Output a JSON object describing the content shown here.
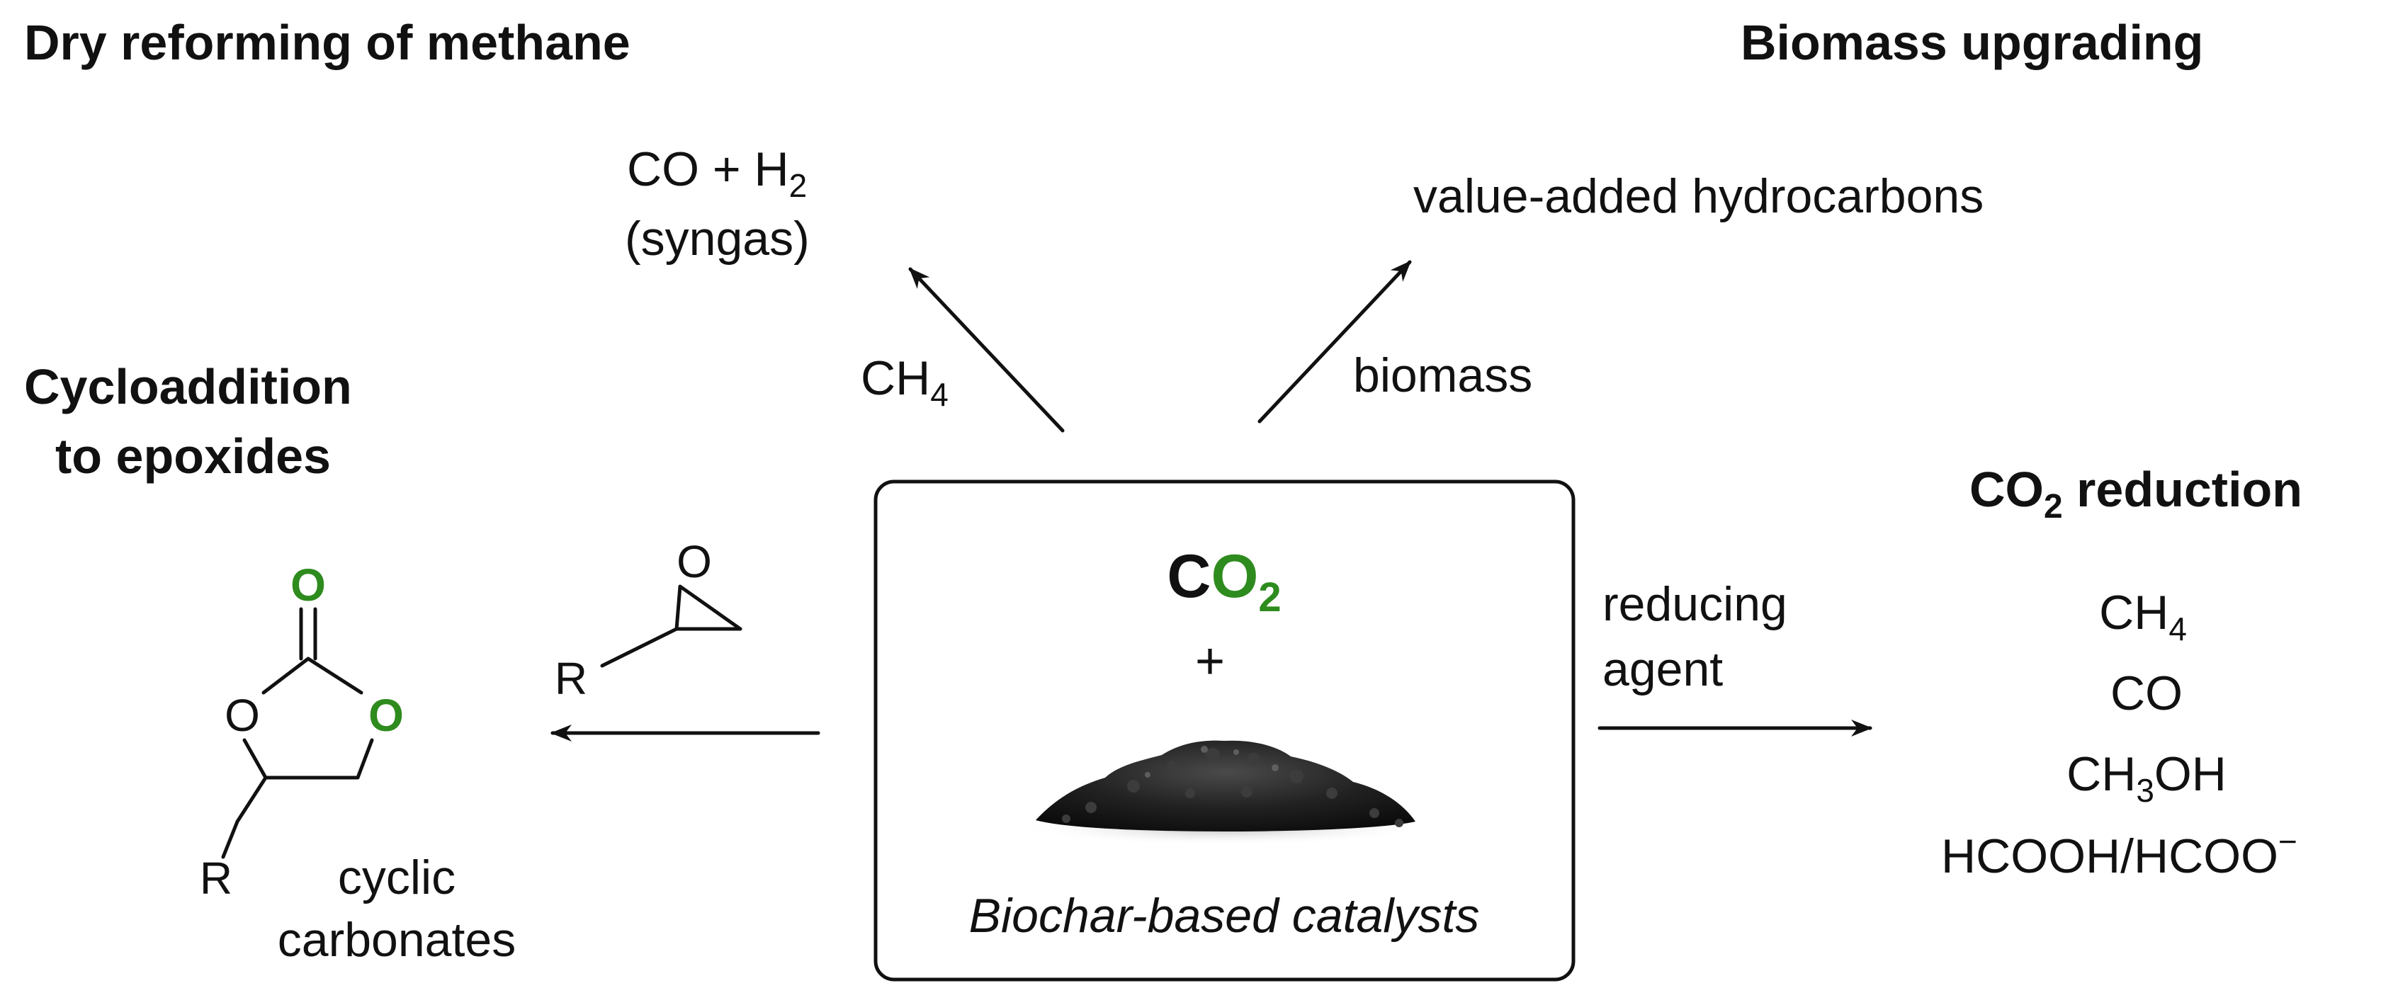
{
  "sections": {
    "dry_reforming": {
      "title": "Dry reforming of methane",
      "product_line1": "CO + H",
      "product_sub": "2",
      "product_line2": "(syngas)",
      "reagent": "CH",
      "reagent_sub": "4"
    },
    "biomass": {
      "title": "Biomass upgrading",
      "product": "value-added hydrocarbons",
      "reagent": "biomass"
    },
    "cycloaddition": {
      "title_line1": "Cycloaddition",
      "title_line2": "to epoxides",
      "epoxide_o": "O",
      "epoxide_r": "R",
      "carbonate_o_top": "O",
      "carbonate_o_left": "O",
      "carbonate_o_right": "O",
      "carbonate_r": "R",
      "product_line1": "cyclic",
      "product_line2": "carbonates"
    },
    "co2_reduction": {
      "title_pre": "CO",
      "title_sub": "2",
      "title_post": " reduction",
      "reagent_line1": "reducing",
      "reagent_line2": "agent",
      "p1": "CH",
      "p1_sub": "4",
      "p2": "CO",
      "p3_pre": "CH",
      "p3_sub": "3",
      "p3_post": "OH",
      "p4": "HCOOH/HCOO",
      "p4_sup": "−"
    }
  },
  "center": {
    "co2_c": "C",
    "co2_o": "O",
    "co2_sub": "2",
    "plus": "+",
    "caption": "Biochar-based catalysts",
    "image_icon": "biochar-pile-icon"
  },
  "colors": {
    "green": "#2e8b1e",
    "text": "#111111"
  }
}
